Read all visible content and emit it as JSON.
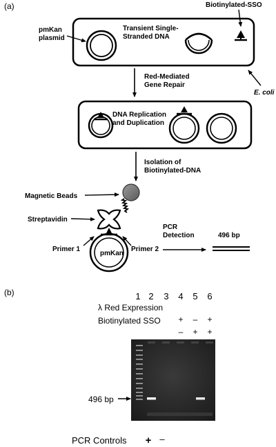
{
  "panel_a": {
    "label": "(a)",
    "biotinylated_sso": "Biotinylated-SSO",
    "pmkan_plasmid_line1": "pmKan",
    "pmkan_plasmid_line2": "plasmid",
    "transient_line1": "Transient Single-",
    "transient_line2": "Stranded DNA",
    "ecoli": "E. coli",
    "red_mediated_line1": "Red-Mediated",
    "red_mediated_line2": "Gene Repair",
    "replication_line1": "DNA Replication",
    "replication_line2": "and Duplication",
    "isolation_line1": "Isolation of",
    "isolation_line2": "Biotinylated-DNA",
    "magnetic_beads": "Magnetic Beads",
    "streptavidin": "Streptavidin",
    "primer1": "Primer 1",
    "primer2": "Primer 2",
    "pmkan": "pmKan",
    "pcr_line1": "PCR",
    "pcr_line2": "Detection",
    "product_size": "496 bp"
  },
  "panel_b": {
    "label": "(b)",
    "lanes": [
      "1",
      "2",
      "3",
      "4",
      "5",
      "6"
    ],
    "red_expression_label": "λ Red Expression",
    "red_expression_marks": [
      "",
      "",
      "",
      "+",
      "–",
      "+"
    ],
    "sso_label": "Biotinylated SSO",
    "sso_marks": [
      "",
      "",
      "",
      "–",
      "+",
      "+"
    ],
    "band_label": "496 bp",
    "pcr_controls_label": "PCR Controls",
    "pcr_controls_marks": [
      "+",
      "–"
    ]
  }
}
